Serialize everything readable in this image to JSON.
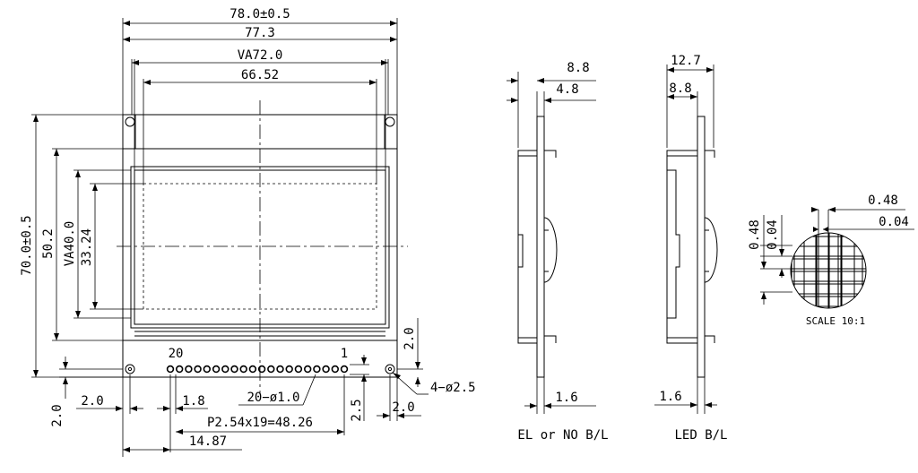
{
  "dims": {
    "overall_width": "78.0±0.5",
    "bezel_width": "77.3",
    "va_width": "VA72.0",
    "aa_width": "66.52",
    "overall_height": "70.0±0.5",
    "bezel_height": "50.2",
    "va_height": "VA40.0",
    "aa_height": "33.24",
    "pin_20": "20",
    "pin_1": "1",
    "pin_offset": "1.8",
    "pin_holes": "20−ø1.0",
    "pin_pitch": "P2.54x19=48.26",
    "pin_start": "14.87",
    "mount_left": "2.0",
    "mount_bottom": "2.0",
    "pin_row_height": "2.5",
    "mount_right": "2.0",
    "mount_holes": "4−ø2.5",
    "right_margin_v": "2.0",
    "el_depth_total": "8.8",
    "el_depth_body": "4.8",
    "el_pcb": "1.6",
    "led_depth_total": "12.7",
    "led_depth_body": "8.8",
    "led_pcb": "1.6",
    "dot_pitch": "0.48",
    "dot_gap": "0.04",
    "dot_pitch_v": "0.48",
    "dot_gap_v": "0.04"
  },
  "labels": {
    "el_view": "EL or NO B/L",
    "led_view": "LED B/L",
    "scale": "SCALE 10:1"
  }
}
